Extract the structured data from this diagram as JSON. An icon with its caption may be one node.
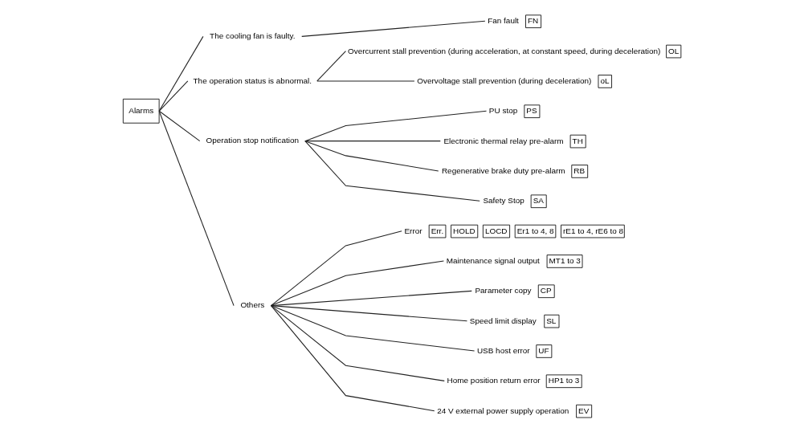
{
  "diagram": {
    "nodes": [
      {
        "text": [
          "Alarms"
        ]
      },
      {
        "text": [
          "The cooling fan is faulty."
        ]
      },
      {
        "text": [
          "Fan fault",
          "FN"
        ]
      },
      {
        "text": [
          "The operation status is abnormal."
        ]
      },
      {
        "text": [
          "Overcurrent stall prevention (during acceleration, at constant speed, during deceleration)",
          "OL"
        ]
      },
      {
        "text": [
          "Overvoltage stall prevention (during deceleration)",
          "oL"
        ]
      },
      {
        "text": [
          "Operation stop notification"
        ]
      },
      {
        "text": [
          "PU stop",
          "PS"
        ]
      },
      {
        "text": [
          "Electronic thermal relay pre-alarm",
          "TH"
        ]
      },
      {
        "text": [
          "Regenerative brake duty pre-alarm",
          "RB"
        ]
      },
      {
        "text": [
          "Safety Stop",
          "SA"
        ]
      },
      {
        "text": [
          "Others"
        ]
      },
      {
        "text": [
          "Error",
          "Err.",
          "HOLD",
          "LOCD",
          "Er1 to 4, 8",
          "rE1 to 4, rE6 to 8"
        ]
      },
      {
        "text": [
          "Maintenance signal output",
          "MT1 to 3"
        ]
      },
      {
        "text": [
          "Parameter copy",
          "CP"
        ]
      },
      {
        "text": [
          "Speed limit display",
          "SL"
        ]
      },
      {
        "text": [
          "USB host error",
          "UF"
        ]
      },
      {
        "text": [
          "Home position return error",
          "HP1 to 3"
        ]
      },
      {
        "text": [
          "24 V external power supply operation",
          "EV"
        ]
      }
    ],
    "edges": [
      {
        "from": 0,
        "to": 1,
        "arrow": "none"
      },
      {
        "from": 0,
        "to": 3,
        "arrow": "none"
      },
      {
        "from": 0,
        "to": 6,
        "arrow": "none"
      },
      {
        "from": 0,
        "to": 11,
        "arrow": "none"
      },
      {
        "from": 1,
        "to": 2,
        "arrow": "none"
      },
      {
        "from": 3,
        "to": 4,
        "arrow": "none"
      },
      {
        "from": 3,
        "to": 5,
        "arrow": "none"
      },
      {
        "from": 6,
        "to": 7,
        "arrow": "none"
      },
      {
        "from": 6,
        "to": 8,
        "arrow": "none"
      },
      {
        "from": 6,
        "to": 9,
        "arrow": "none"
      },
      {
        "from": 6,
        "to": 10,
        "arrow": "none"
      },
      {
        "from": 11,
        "to": 12,
        "arrow": "none"
      },
      {
        "from": 11,
        "to": 13,
        "arrow": "none"
      },
      {
        "from": 11,
        "to": 14,
        "arrow": "none"
      },
      {
        "from": 11,
        "to": 15,
        "arrow": "none"
      },
      {
        "from": 11,
        "to": 16,
        "arrow": "none"
      },
      {
        "from": 11,
        "to": 17,
        "arrow": "none"
      },
      {
        "from": 11,
        "to": 18,
        "arrow": "none"
      }
    ]
  }
}
